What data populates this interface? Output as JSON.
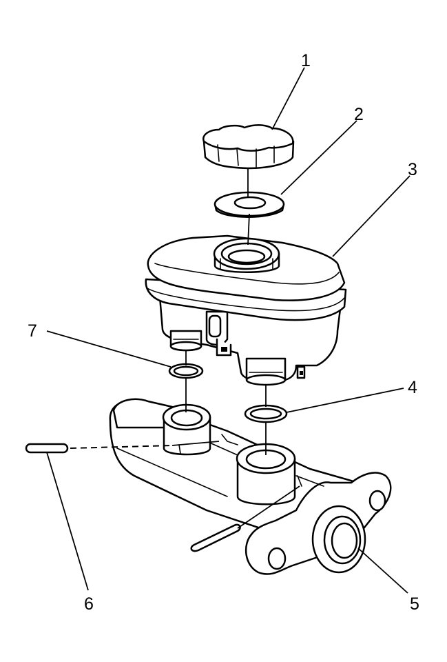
{
  "diagram": {
    "callouts": [
      {
        "id": "1",
        "part": "reservoir-cap"
      },
      {
        "id": "2",
        "part": "cap-diaphragm"
      },
      {
        "id": "3",
        "part": "fluid-reservoir"
      },
      {
        "id": "4",
        "part": "grommet-secondary"
      },
      {
        "id": "5",
        "part": "master-cylinder"
      },
      {
        "id": "6",
        "part": "retaining-pin"
      },
      {
        "id": "7",
        "part": "grommet-primary"
      }
    ]
  },
  "colors": {
    "ink": "#000000",
    "paper": "#ffffff"
  }
}
